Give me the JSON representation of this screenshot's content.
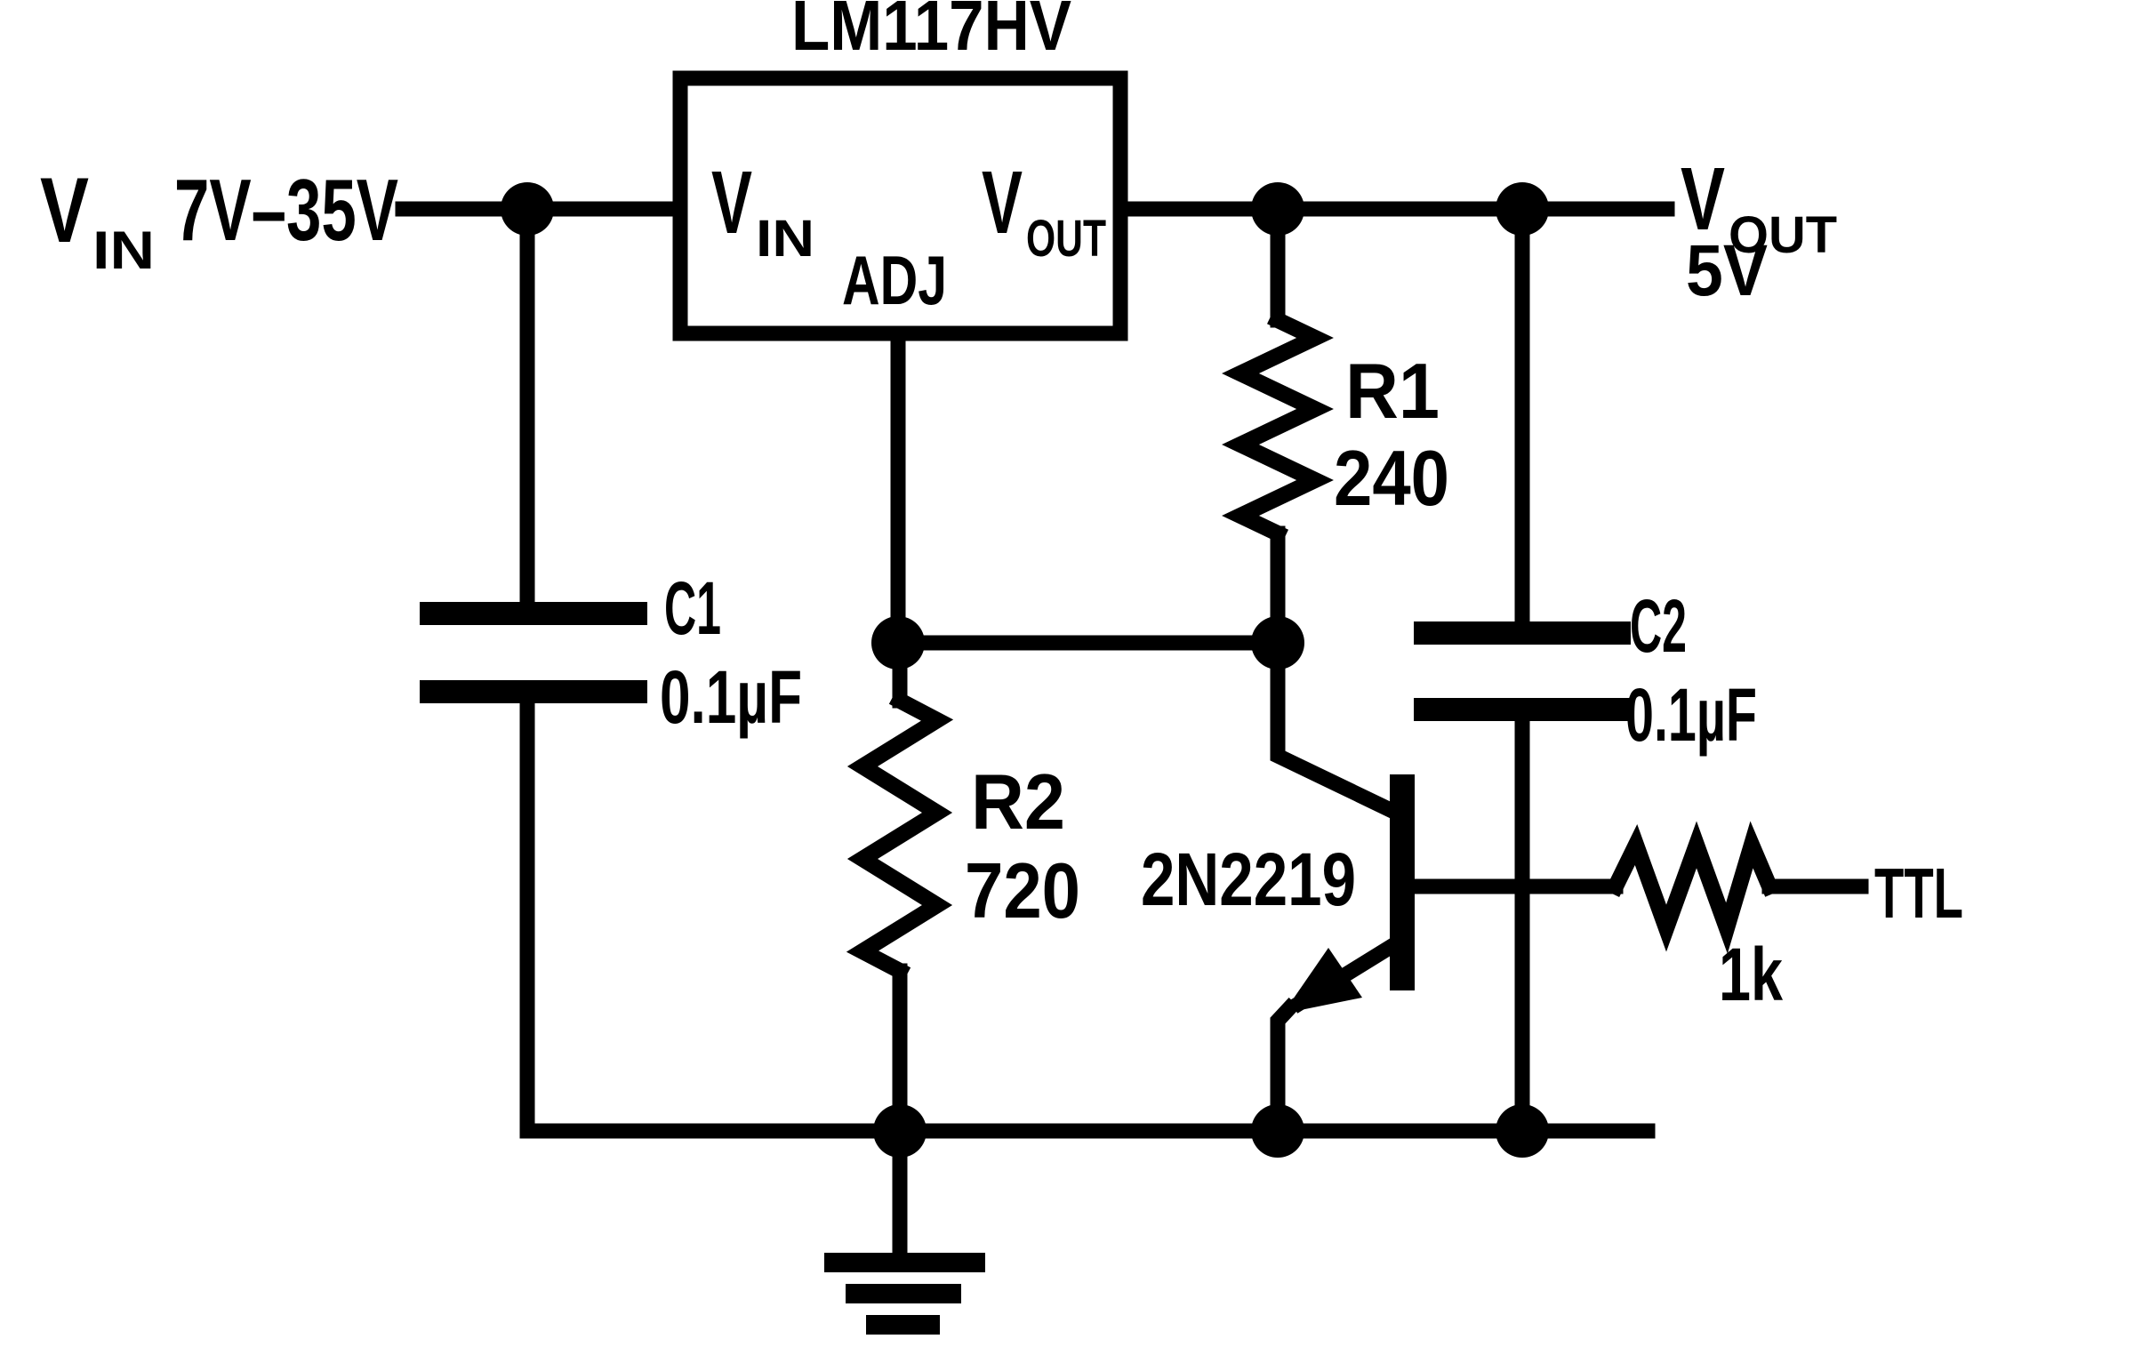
{
  "title": "LM117HV",
  "regulator": {
    "pins": {
      "vin": {
        "base": "V",
        "sub": "IN"
      },
      "vout": {
        "base": "V",
        "sub": "OUT"
      },
      "adj": "ADJ"
    }
  },
  "input": {
    "base": "V",
    "sub": "IN",
    "range": "7V–35V"
  },
  "output": {
    "base": "V",
    "sub": "OUT",
    "voltage": "5V"
  },
  "components": {
    "c1": {
      "ref": "C1",
      "value": "0.1µF"
    },
    "c2": {
      "ref": "C2",
      "value": "0.1µF"
    },
    "r1": {
      "ref": "R1",
      "value": "240"
    },
    "r2": {
      "ref": "R2",
      "value": "720"
    },
    "r3": {
      "value": "1k"
    },
    "q1": {
      "ref": "2N2219"
    }
  },
  "ttl": "TTL",
  "colors": {
    "ink": "#000000",
    "background": "#ffffff"
  }
}
